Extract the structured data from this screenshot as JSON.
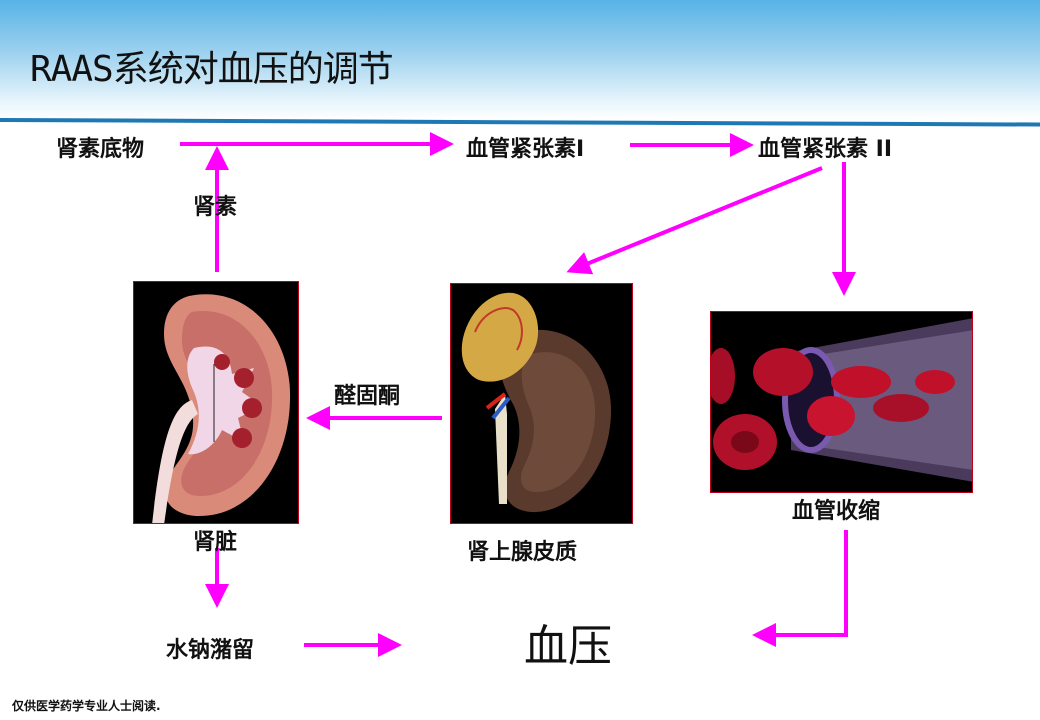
{
  "slide": {
    "title": "RAAS系统对血压的调节",
    "footer": "仅供医学药学专业人士阅读."
  },
  "nodes": {
    "renin_substrate": "肾素底物",
    "angiotensin_1": "血管紧张素I",
    "angiotensin_2": "血管紧张素 II",
    "renin": "肾素",
    "aldosterone": "醛固酮",
    "kidney": "肾脏",
    "adrenal_cortex": "肾上腺皮质",
    "vasoconstriction": "血管收缩",
    "water_sodium_retention": "水钠潴留",
    "blood_pressure": "血压"
  },
  "colors": {
    "arrow": "#ff00ff",
    "header_blue": "#1e78b4",
    "image_border": "#c0001a"
  }
}
